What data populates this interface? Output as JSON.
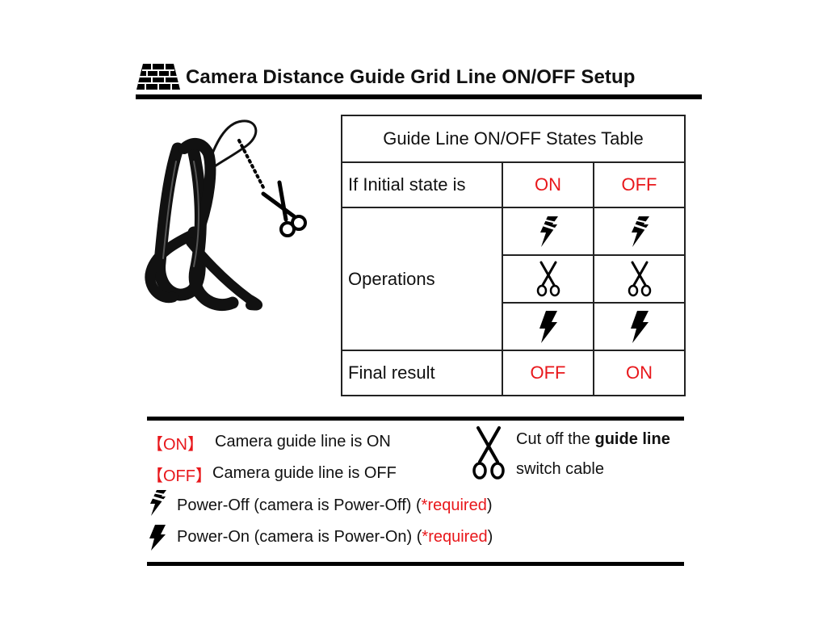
{
  "header": {
    "title": "Camera Distance Guide Grid Line ON/OFF Setup",
    "icon": "brick-wall-icon"
  },
  "illustration": {
    "icon": "coiled-cable-with-scissors-icon"
  },
  "table": {
    "caption": "Guide Line ON/OFF States Table",
    "initial_label": "If Initial state is",
    "initial_values": [
      "ON",
      "OFF"
    ],
    "operations_label": "Operations",
    "operations": [
      {
        "icon": "power-off-bolt-icon"
      },
      {
        "icon": "scissors-icon"
      },
      {
        "icon": "power-on-bolt-icon"
      }
    ],
    "final_label": "Final result",
    "final_values": [
      "OFF",
      "ON"
    ],
    "value_color": "#e8171b"
  },
  "legend": {
    "on_key_open": "【",
    "on_key": "ON",
    "on_key_close": "】",
    "on_desc": "Camera guide line is ON",
    "off_key_open": "【",
    "off_key": "OFF",
    "off_key_close": "】",
    "off_desc": "Camera guide line is OFF",
    "cut_text_pre": "Cut off the ",
    "cut_text_bold": "guide line",
    "cut_text_line2": "switch cable",
    "power_off_text": "Power-Off (camera is Power-Off) (",
    "power_on_text": "Power-On (camera is Power-On) (",
    "required": "*required",
    "close_paren": ")"
  }
}
